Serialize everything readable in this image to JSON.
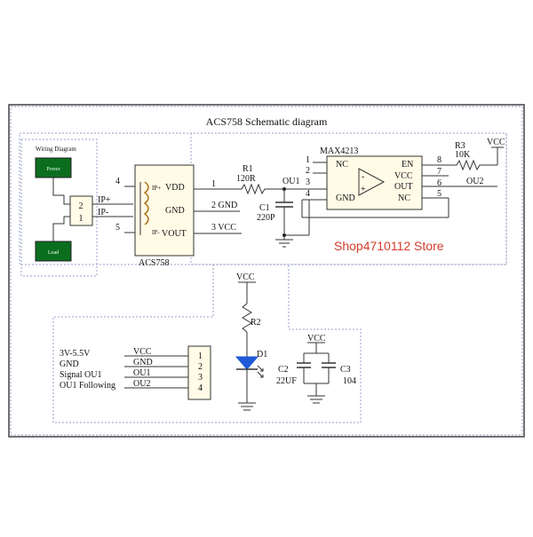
{
  "title": "ACS758 Schematic diagram",
  "store": "Shop4710112 Store",
  "wiring": {
    "heading": "Wiring Diagram",
    "power": "Power",
    "load": "Load",
    "pins": [
      "2",
      "1"
    ],
    "ip_plus": "IP+",
    "ip_minus": "IP-"
  },
  "sensor": {
    "name": "ACS758",
    "vdd": "VDD",
    "gnd": "GND",
    "vout": "VOUT",
    "ipp": "IP+",
    "ipm": "IP-",
    "pin4": "4",
    "pin5": "5",
    "out1": "1",
    "out2": "2 GND",
    "out3": "3 VCC"
  },
  "r1": {
    "name": "R1",
    "value": "120R"
  },
  "ou1": "OU1",
  "c1": {
    "name": "C1",
    "value": "220P"
  },
  "opamp": {
    "name": "MAX4213",
    "nc1": "NC",
    "gnd": "GND",
    "en": "EN",
    "vcc": "VCC",
    "out": "OUT",
    "nc2": "NC",
    "minus": "-",
    "plus": "+",
    "pins_left": [
      "1",
      "2",
      "3",
      "4"
    ],
    "pins_right": [
      "8",
      "7",
      "6",
      "5"
    ]
  },
  "r3": {
    "name": "R3",
    "value": "10K"
  },
  "vcc": "VCC",
  "ou2": "OU2",
  "connector": {
    "labels": [
      "3V-5.5V",
      "GND",
      "Signal OU1",
      "OU1 Following"
    ],
    "nets": [
      "VCC",
      "GND",
      "OU1",
      "OU2"
    ],
    "pins": [
      "1",
      "2",
      "3",
      "4"
    ]
  },
  "led": {
    "r2": "R2",
    "d1": "D1"
  },
  "caps": {
    "c2_name": "C2",
    "c2_value": "22UF",
    "c3_name": "C3",
    "c3_value": "104"
  },
  "colors": {
    "border": "#9aa0c8",
    "wire": "#333333",
    "power_box": "#0b6e1f",
    "connector_fill": "#fffbe6",
    "chip_fill": "#fffbe6"
  }
}
